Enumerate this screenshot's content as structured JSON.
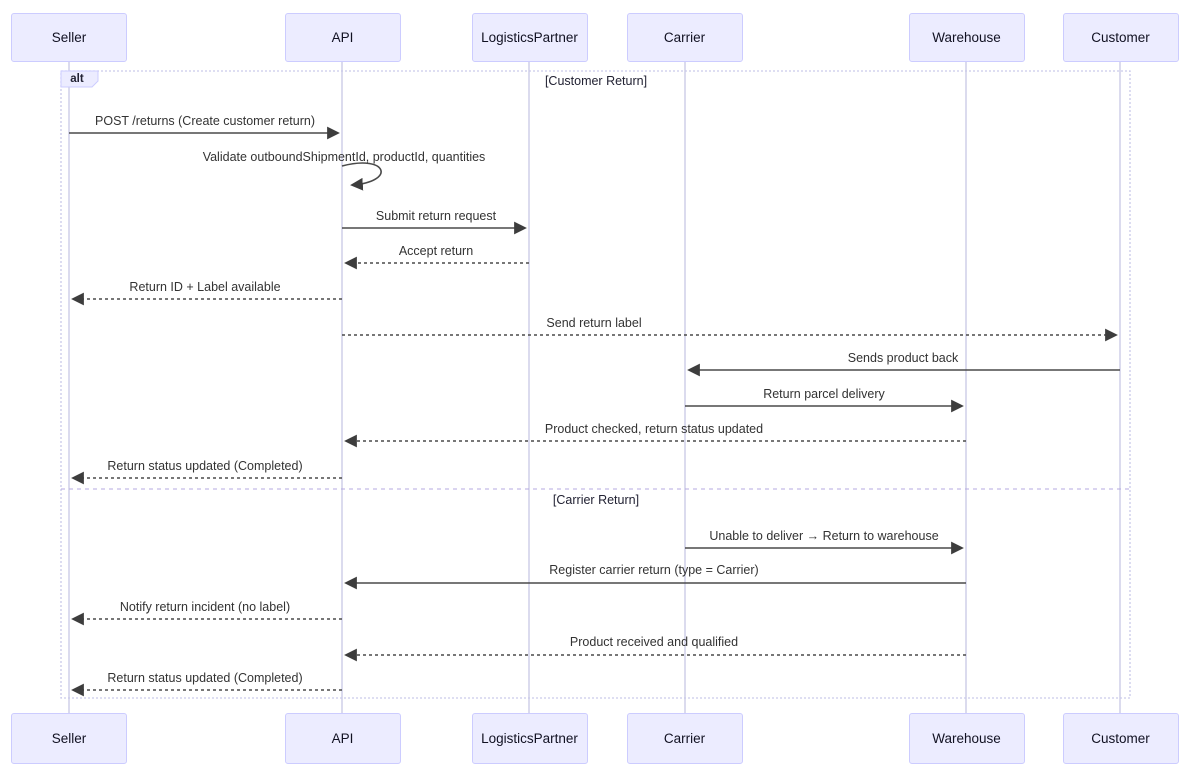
{
  "diagram": {
    "type": "sequence-diagram",
    "frame": {
      "operator": "alt",
      "sections": [
        {
          "condition": "[Customer Return]"
        },
        {
          "condition": "[Carrier Return]"
        }
      ]
    },
    "participants": [
      {
        "name": "Seller"
      },
      {
        "name": "API"
      },
      {
        "name": "LogisticsPartner"
      },
      {
        "name": "Carrier"
      },
      {
        "name": "Warehouse"
      },
      {
        "name": "Customer"
      }
    ],
    "messages": [
      {
        "from": "Seller",
        "to": "API",
        "label": "POST /returns (Create customer return)",
        "line": "solid"
      },
      {
        "from": "API",
        "to": "API",
        "label": "Validate outboundShipmentId, productId, quantities",
        "line": "self-loop"
      },
      {
        "from": "API",
        "to": "LogisticsPartner",
        "label": "Submit return request",
        "line": "solid"
      },
      {
        "from": "LogisticsPartner",
        "to": "API",
        "label": "Accept return",
        "line": "dashed"
      },
      {
        "from": "API",
        "to": "Seller",
        "label": "Return ID + Label available",
        "line": "dashed"
      },
      {
        "from": "API",
        "to": "Customer",
        "label": "Send return label",
        "line": "dashed"
      },
      {
        "from": "Customer",
        "to": "Carrier",
        "label": "Sends product back",
        "line": "solid"
      },
      {
        "from": "Carrier",
        "to": "Warehouse",
        "label": "Return parcel delivery",
        "line": "solid"
      },
      {
        "from": "Warehouse",
        "to": "API",
        "label": "Product checked, return status updated",
        "line": "dashed"
      },
      {
        "from": "API",
        "to": "Seller",
        "label": "Return status updated (Completed)",
        "line": "dashed"
      },
      {
        "from": "Carrier",
        "to": "Warehouse",
        "label": "Unable to deliver → Return to warehouse",
        "line": "solid"
      },
      {
        "from": "Warehouse",
        "to": "API",
        "label": "Register carrier return (type = Carrier)",
        "line": "solid"
      },
      {
        "from": "API",
        "to": "Seller",
        "label": "Notify return incident (no label)",
        "line": "dashed"
      },
      {
        "from": "Warehouse",
        "to": "API",
        "label": "Product received and qualified",
        "line": "dashed"
      },
      {
        "from": "API",
        "to": "Seller",
        "label": "Return status updated (Completed)",
        "line": "dashed"
      }
    ],
    "colors": {
      "actor_fill": "#ECECFF",
      "actor_border": "#CCCCFF",
      "signal_line": "#4a4a4a",
      "arrowhead": "#3d3d3d",
      "message_text": "#333333",
      "lifeline": "#cfcfe8",
      "frame_border": "#c9c9e9",
      "divider": "#b5a8e0"
    }
  }
}
